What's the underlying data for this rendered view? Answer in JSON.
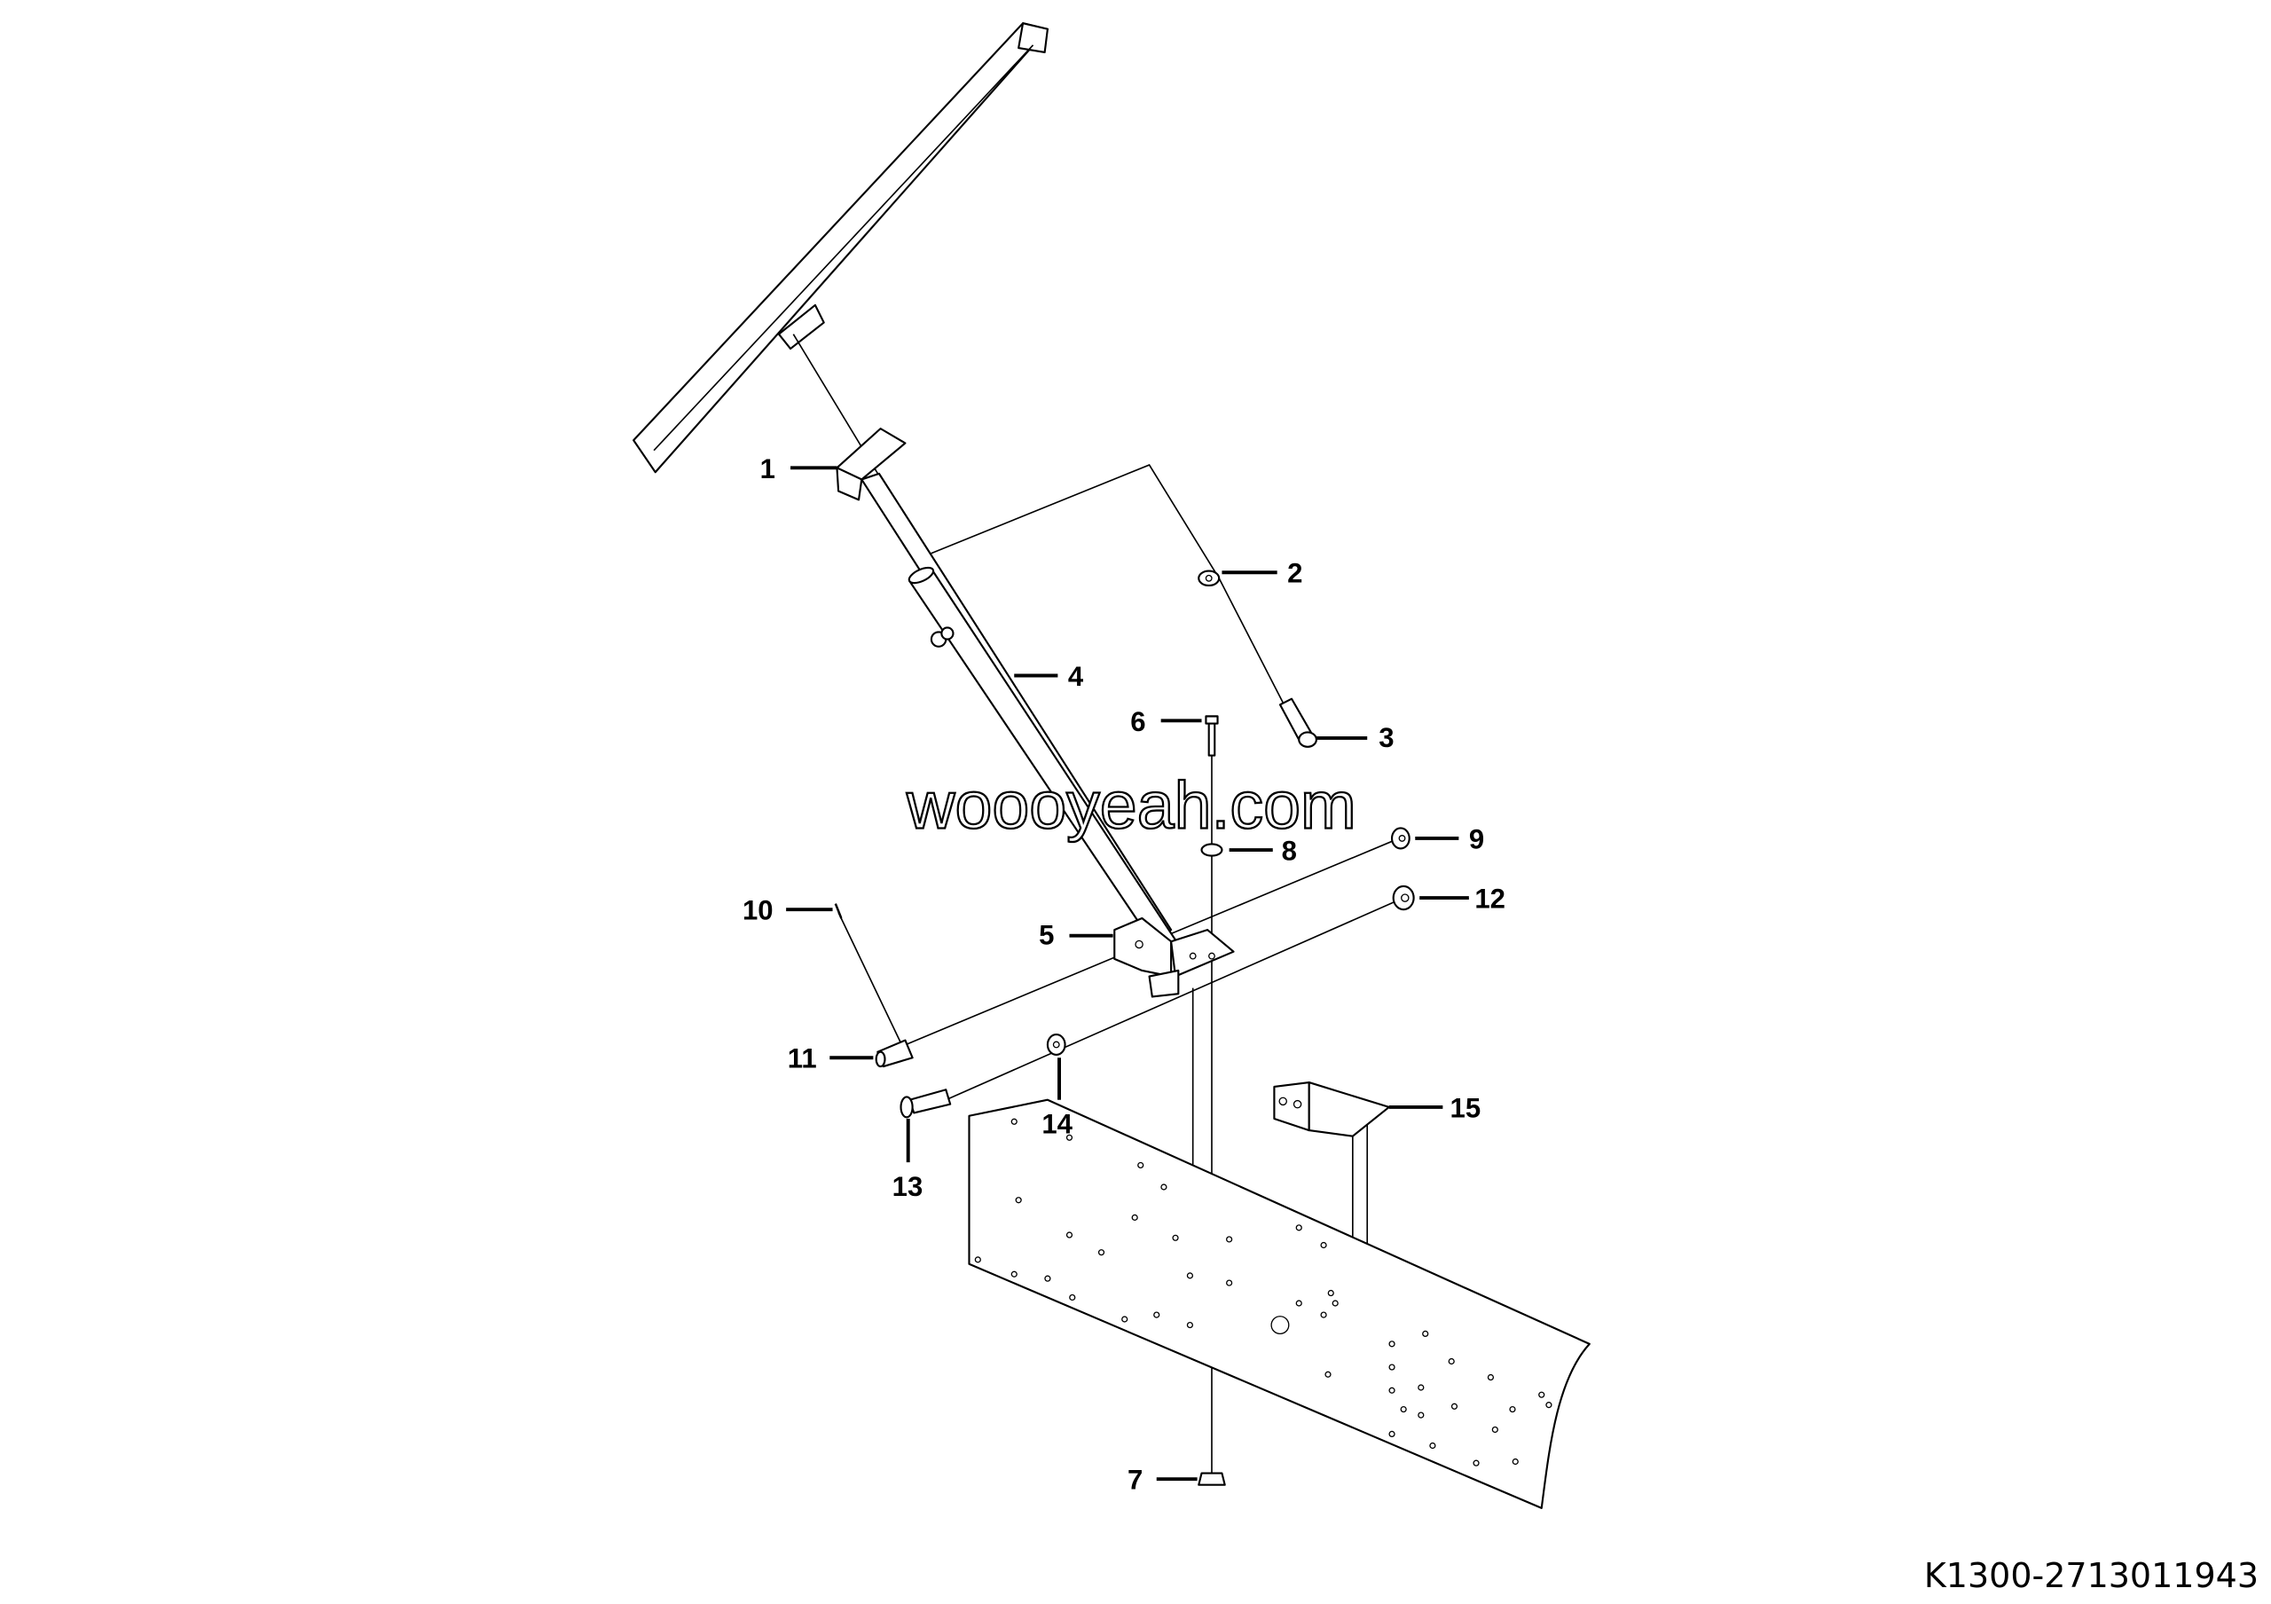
{
  "drawing_id": "K1300-2713011943",
  "watermark": "woooyeah.com",
  "callouts": {
    "c1": "1",
    "c2": "2",
    "c3": "3",
    "c4": "4",
    "c5": "5",
    "c6": "6",
    "c7": "7",
    "c8": "8",
    "c9": "9",
    "c10": "10",
    "c11": "11",
    "c12": "12",
    "c13": "13",
    "c14": "14",
    "c15": "15"
  }
}
